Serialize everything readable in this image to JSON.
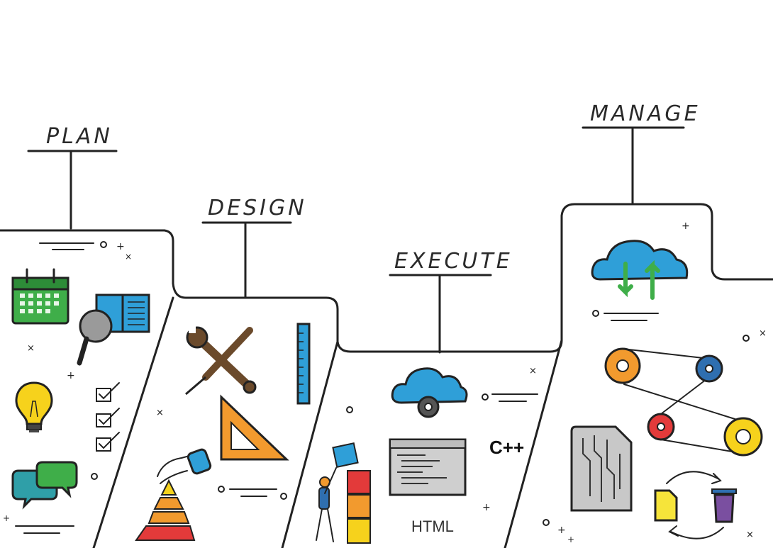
{
  "stages": [
    {
      "label": "PLAN"
    },
    {
      "label": "DESIGN"
    },
    {
      "label": "EXECUTE"
    },
    {
      "label": "MANAGE"
    }
  ],
  "execute": {
    "code_label": "C++",
    "html_label": "HTML"
  },
  "colors": {
    "ink": "#222222",
    "green": "#3fae49",
    "blue": "#2f9fd8",
    "yellow": "#f6d21c",
    "orange": "#f29a2e",
    "red": "#e33a3a",
    "brown": "#6b4a2b",
    "purple": "#7a4fa0"
  },
  "icons": [
    "calendar-icon",
    "book-icon",
    "magnifier-icon",
    "lightbulb-icon",
    "checklist-icon",
    "chat-bubbles-icon",
    "wrench-icon",
    "screwdriver-icon",
    "ruler-icon",
    "set-square-icon",
    "hand-icon",
    "pyramid-icon",
    "cloud-gear-icon",
    "code-window-icon",
    "person-blocks-icon",
    "cloud-sync-icon",
    "gears-belt-icon",
    "circuit-document-icon",
    "document-icon",
    "trash-icon",
    "refresh-arrows-icon"
  ]
}
